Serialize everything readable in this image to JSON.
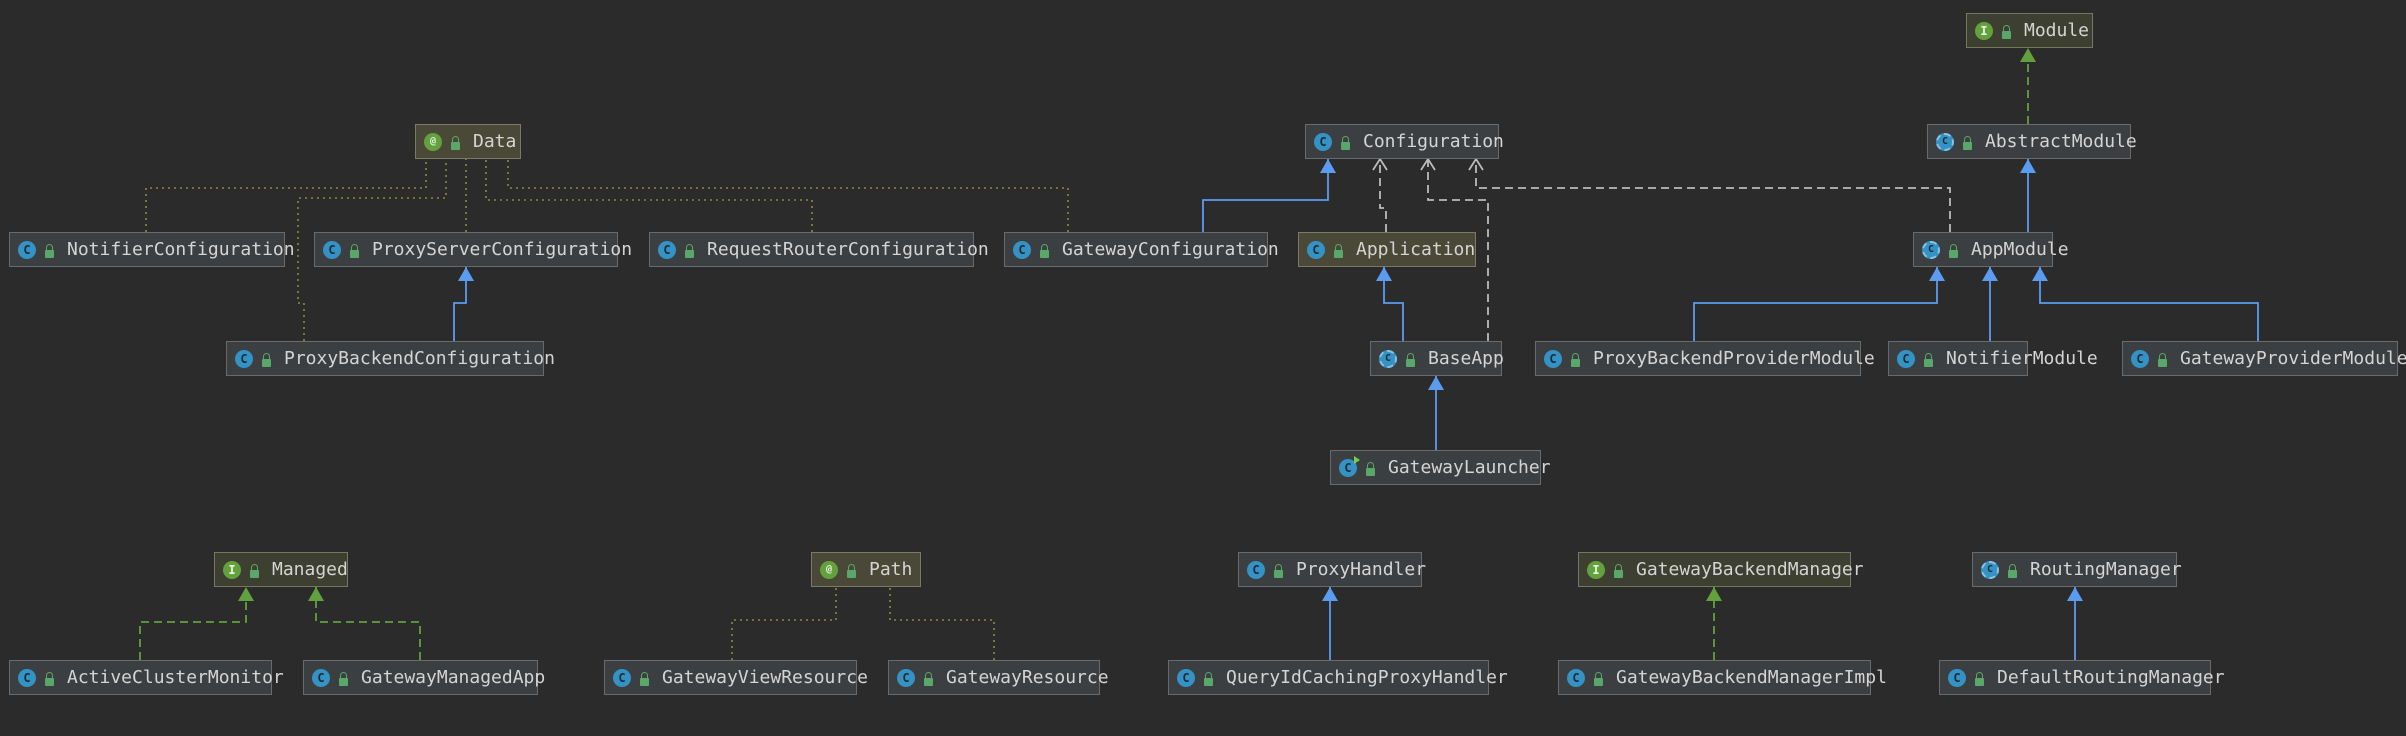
{
  "diagram": {
    "nodes": [
      {
        "id": "module",
        "label": "Module",
        "kind": "interface",
        "badge": "I"
      },
      {
        "id": "abstractmodule",
        "label": "AbstractModule",
        "kind": "abstract",
        "badge": "C"
      },
      {
        "id": "appmodule",
        "label": "AppModule",
        "kind": "abstract",
        "badge": "C"
      },
      {
        "id": "proxybackendprovidermodule",
        "label": "ProxyBackendProviderModule",
        "kind": "class",
        "badge": "C"
      },
      {
        "id": "notifiermodule",
        "label": "NotifierModule",
        "kind": "class",
        "badge": "C"
      },
      {
        "id": "gatewayprovidermodule",
        "label": "GatewayProviderModule",
        "kind": "class",
        "badge": "C"
      },
      {
        "id": "data",
        "label": "Data",
        "kind": "annotation",
        "badge": "@"
      },
      {
        "id": "notifierconfiguration",
        "label": "NotifierConfiguration",
        "kind": "class",
        "badge": "C"
      },
      {
        "id": "proxyserverconfiguration",
        "label": "ProxyServerConfiguration",
        "kind": "class",
        "badge": "C"
      },
      {
        "id": "requestrouterconfiguration",
        "label": "RequestRouterConfiguration",
        "kind": "class",
        "badge": "C"
      },
      {
        "id": "gatewayconfiguration",
        "label": "GatewayConfiguration",
        "kind": "class",
        "badge": "C"
      },
      {
        "id": "proxybackendconfiguration",
        "label": "ProxyBackendConfiguration",
        "kind": "class",
        "badge": "C"
      },
      {
        "id": "configuration",
        "label": "Configuration",
        "kind": "class",
        "badge": "C"
      },
      {
        "id": "application",
        "label": "Application",
        "kind": "abstract-plain",
        "badge": "C"
      },
      {
        "id": "baseapp",
        "label": "BaseApp",
        "kind": "abstract",
        "badge": "C"
      },
      {
        "id": "gatewaylauncher",
        "label": "GatewayLauncher",
        "kind": "mainclass",
        "badge": "C"
      },
      {
        "id": "managed",
        "label": "Managed",
        "kind": "interface",
        "badge": "I"
      },
      {
        "id": "activeclustermonitor",
        "label": "ActiveClusterMonitor",
        "kind": "class",
        "badge": "C"
      },
      {
        "id": "gatewaymanagedapp",
        "label": "GatewayManagedApp",
        "kind": "class",
        "badge": "C"
      },
      {
        "id": "path",
        "label": "Path",
        "kind": "annotation",
        "badge": "@"
      },
      {
        "id": "gatewayviewresource",
        "label": "GatewayViewResource",
        "kind": "class",
        "badge": "C"
      },
      {
        "id": "gatewayresource",
        "label": "GatewayResource",
        "kind": "class",
        "badge": "C"
      },
      {
        "id": "proxyhandler",
        "label": "ProxyHandler",
        "kind": "class",
        "badge": "C"
      },
      {
        "id": "queryidcachingproxyhandler",
        "label": "QueryIdCachingProxyHandler",
        "kind": "class",
        "badge": "C"
      },
      {
        "id": "gatewaybackendmanager",
        "label": "GatewayBackendManager",
        "kind": "interface",
        "badge": "I"
      },
      {
        "id": "gatewaybackendmanagerimpl",
        "label": "GatewayBackendManagerImpl",
        "kind": "class",
        "badge": "C"
      },
      {
        "id": "routingmanager",
        "label": "RoutingManager",
        "kind": "abstract",
        "badge": "C"
      },
      {
        "id": "defaultroutingmanager",
        "label": "DefaultRoutingManager",
        "kind": "class",
        "badge": "C"
      }
    ],
    "edges": [
      {
        "from": "abstractmodule",
        "to": "module",
        "type": "implements"
      },
      {
        "from": "appmodule",
        "to": "abstractmodule",
        "type": "extends"
      },
      {
        "from": "proxybackendprovidermodule",
        "to": "appmodule",
        "type": "extends"
      },
      {
        "from": "notifiermodule",
        "to": "appmodule",
        "type": "extends"
      },
      {
        "from": "gatewayprovidermodule",
        "to": "appmodule",
        "type": "extends"
      },
      {
        "from": "appmodule",
        "to": "configuration",
        "type": "uses"
      },
      {
        "from": "notifierconfiguration",
        "to": "data",
        "type": "annotated"
      },
      {
        "from": "proxyserverconfiguration",
        "to": "data",
        "type": "annotated"
      },
      {
        "from": "requestrouterconfiguration",
        "to": "data",
        "type": "annotated"
      },
      {
        "from": "gatewayconfiguration",
        "to": "data",
        "type": "annotated"
      },
      {
        "from": "proxybackendconfiguration",
        "to": "data",
        "type": "annotated"
      },
      {
        "from": "proxybackendconfiguration",
        "to": "proxyserverconfiguration",
        "type": "extends"
      },
      {
        "from": "gatewayconfiguration",
        "to": "configuration",
        "type": "extends"
      },
      {
        "from": "application",
        "to": "configuration",
        "type": "uses"
      },
      {
        "from": "baseapp",
        "to": "configuration",
        "type": "uses"
      },
      {
        "from": "baseapp",
        "to": "application",
        "type": "extends"
      },
      {
        "from": "gatewaylauncher",
        "to": "baseapp",
        "type": "extends"
      },
      {
        "from": "activeclustermonitor",
        "to": "managed",
        "type": "implements"
      },
      {
        "from": "gatewaymanagedapp",
        "to": "managed",
        "type": "implements"
      },
      {
        "from": "gatewayviewresource",
        "to": "path",
        "type": "annotated"
      },
      {
        "from": "gatewayresource",
        "to": "path",
        "type": "annotated"
      },
      {
        "from": "queryidcachingproxyhandler",
        "to": "proxyhandler",
        "type": "extends"
      },
      {
        "from": "gatewaybackendmanagerimpl",
        "to": "gatewaybackendmanager",
        "type": "implements"
      },
      {
        "from": "defaultroutingmanager",
        "to": "routingmanager",
        "type": "extends"
      }
    ]
  },
  "colors": {
    "background": "#2b2b2b",
    "extends": "#5b9cf0",
    "implements": "#62a13e",
    "uses": "#bbbbbb",
    "annotated": "#8a8a3c"
  }
}
